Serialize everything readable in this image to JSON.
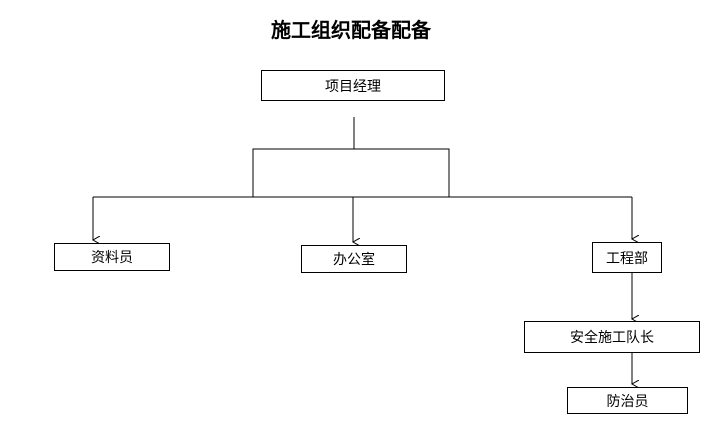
{
  "title": "施工组织配备配备",
  "nodes": {
    "manager": "项目经理",
    "records_clerk": "资料员",
    "office": "办公室",
    "engineering_dept": "工程部",
    "safety_team_leader": "安全施工队长",
    "prevention_officer": "防治员"
  },
  "colors": {
    "line": "#000000",
    "background": "#ffffff"
  }
}
